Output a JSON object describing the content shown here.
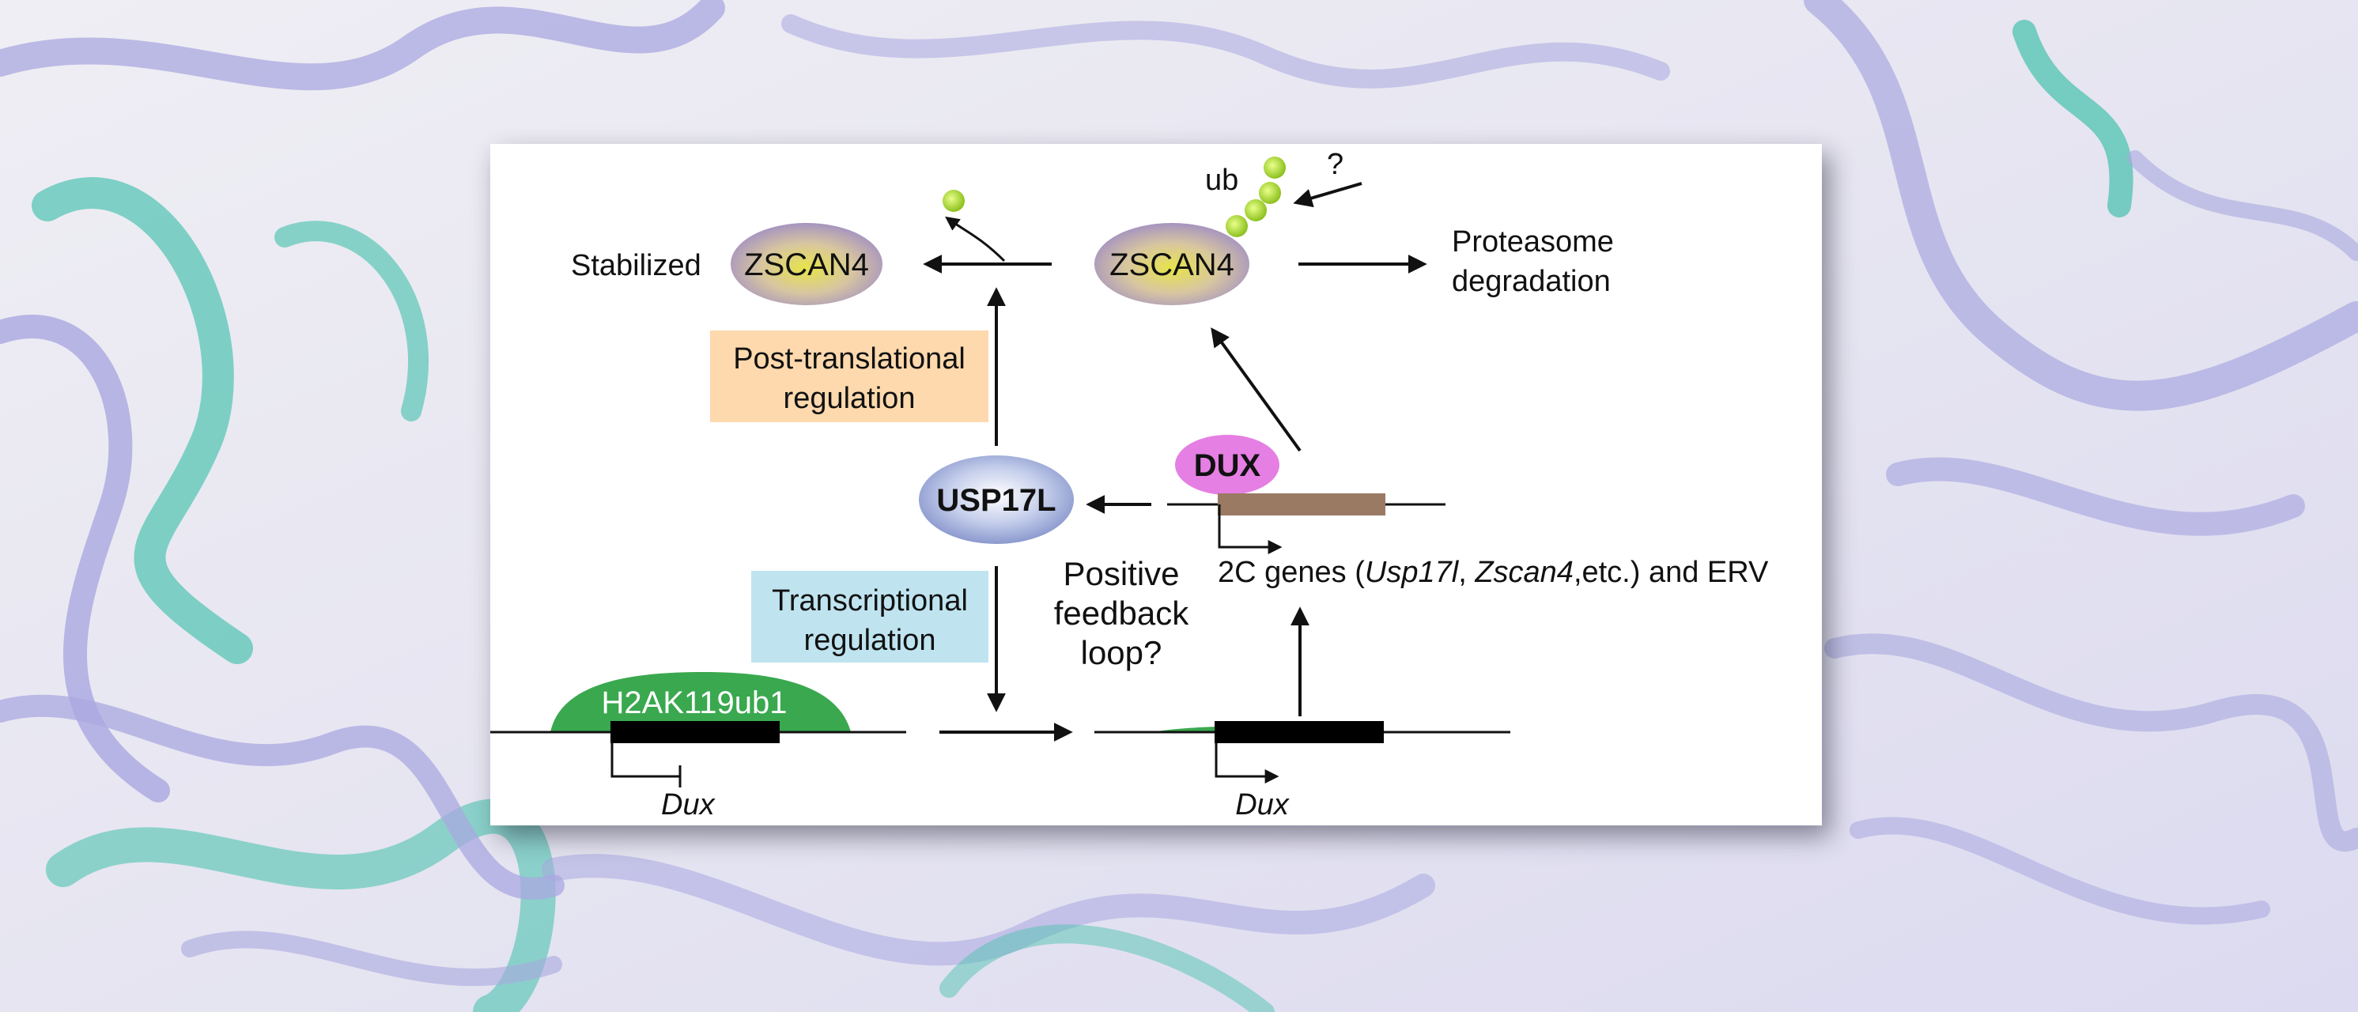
{
  "colors": {
    "background_purple": "#a9a8e0",
    "background_teal": "#4fc3b0",
    "post_translational_box": "#fdd9ad",
    "transcriptional_box": "#bfe4f0",
    "h2ak_green": "#3aa84e",
    "dux_pink": "#e57fe3",
    "gene_bar_brown": "#9b7a64",
    "ub_green": "#b5e23a"
  },
  "labels": {
    "stabilized": "Stabilized",
    "zscan4_left": "ZSCAN4",
    "zscan4_right": "ZSCAN4",
    "ub": "ub",
    "question": "?",
    "proteasome_line1": "Proteasome",
    "proteasome_line2": "degradation",
    "post_translational_line1": "Post-translational",
    "post_translational_line2": "regulation",
    "usp17l": "USP17L",
    "dux_protein": "DUX",
    "two_c_prefix": "2C genes (",
    "two_c_usp17l": "Usp17l",
    "two_c_comma": ", ",
    "two_c_zscan4": "Zscan4",
    "two_c_suffix": ",etc.) and ERV",
    "transcriptional_line1": "Transcriptional",
    "transcriptional_line2": "regulation",
    "positive_line1": "Positive",
    "positive_line2": "feedback",
    "positive_line3": "loop?",
    "h2ak119ub1": "H2AK119ub1",
    "dux_gene_left": "Dux",
    "dux_gene_right": "Dux"
  }
}
